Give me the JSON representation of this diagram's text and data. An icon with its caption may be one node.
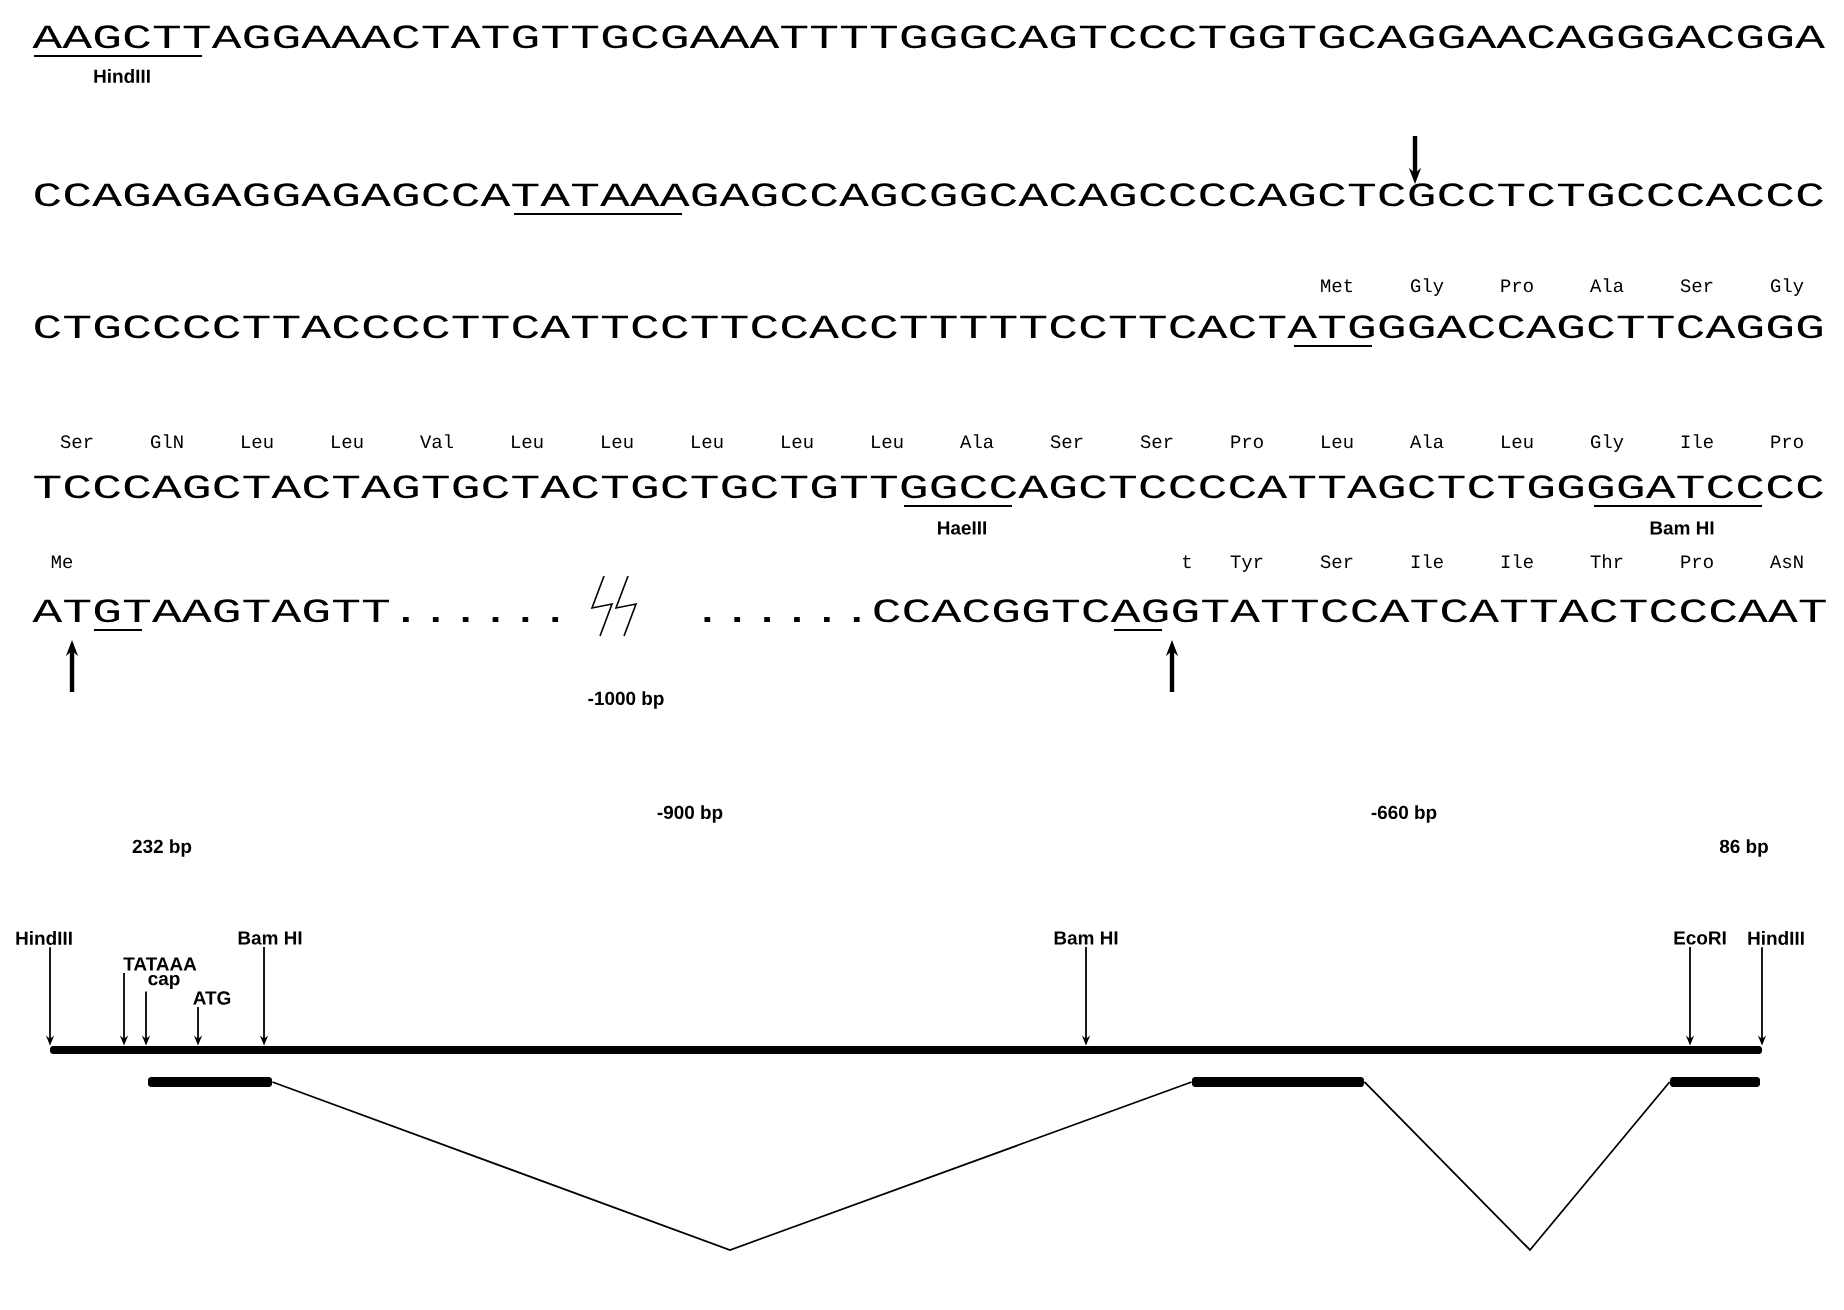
{
  "diagram": {
    "nodes": [
      {
        "text": [],
        "shape": "bar"
      },
      {
        "text": [],
        "shape": "bar"
      },
      {
        "text": [],
        "shape": "bar"
      },
      {
        "text": [],
        "shape": "bar"
      },
      {
        "text": [
          "HindIII"
        ]
      },
      {
        "text": [
          "TATAAA"
        ]
      },
      {
        "text": [
          "cap"
        ]
      },
      {
        "text": [
          "ATG"
        ]
      },
      {
        "text": [
          "Bam HI"
        ]
      },
      {
        "text": [
          "Bam HI"
        ]
      },
      {
        "text": [
          "EcoRI"
        ]
      },
      {
        "text": [
          "HindIII"
        ]
      }
    ],
    "edges": [
      {
        "from": 4,
        "to": 0,
        "arrow": "to"
      },
      {
        "from": 5,
        "to": 0,
        "arrow": "to"
      },
      {
        "from": 6,
        "to": 0,
        "arrow": "to"
      },
      {
        "from": 7,
        "to": 0,
        "arrow": "to"
      },
      {
        "from": 8,
        "to": 0,
        "arrow": "to"
      },
      {
        "from": 9,
        "to": 0,
        "arrow": "to"
      },
      {
        "from": 10,
        "to": 0,
        "arrow": "to"
      },
      {
        "from": 11,
        "to": 0,
        "arrow": "to"
      },
      {
        "from": 1,
        "to": 2,
        "arrow": "none"
      },
      {
        "from": 2,
        "to": 3,
        "arrow": "none"
      }
    ],
    "labels": [
      "AAGCTTAGGAAACTATGTTGCGAAATTTTGGGCAGTCCCTGGTGCAGGAACAGGGACGGA",
      "HindIII",
      "CCAGAGAGGAGAGCCATATAAAGAGCCAGCGGCACAGCCCCAGCTCGCCTCTGCCCACCC",
      "Met",
      "Gly",
      "Pro",
      "Ala",
      "Ser",
      "Gly",
      "CTGCCCCTTACCCCTTCATTCCTTCCACCTTTTTCCTTCACTATGGGACCAGCTTCAGGG",
      "Ser",
      "GlN",
      "Leu",
      "Leu",
      "Val",
      "Leu",
      "Leu",
      "Leu",
      "Leu",
      "Leu",
      "Ala",
      "Ser",
      "Ser",
      "Pro",
      "Leu",
      "Ala",
      "Leu",
      "Gly",
      "Ile",
      "Pro",
      "TCCCAGCTACTAGTGCTACTGCTGCTGTTGGCCAGCTCCCCATTAGCTCTGGGGATCCCC",
      "HaeIII",
      "Bam HI",
      "Me",
      "t",
      "Tyr",
      "Ser",
      "Ile",
      "Ile",
      "Thr",
      "Pro",
      "AsN",
      "ATGTAAGTAGTT......",
      "......CCACGGTCAGGTATTCCATCATTACTCCCAAT",
      "-1000 bp",
      "-900 bp",
      "-660 bp",
      "232 bp",
      "86 bp"
    ]
  }
}
